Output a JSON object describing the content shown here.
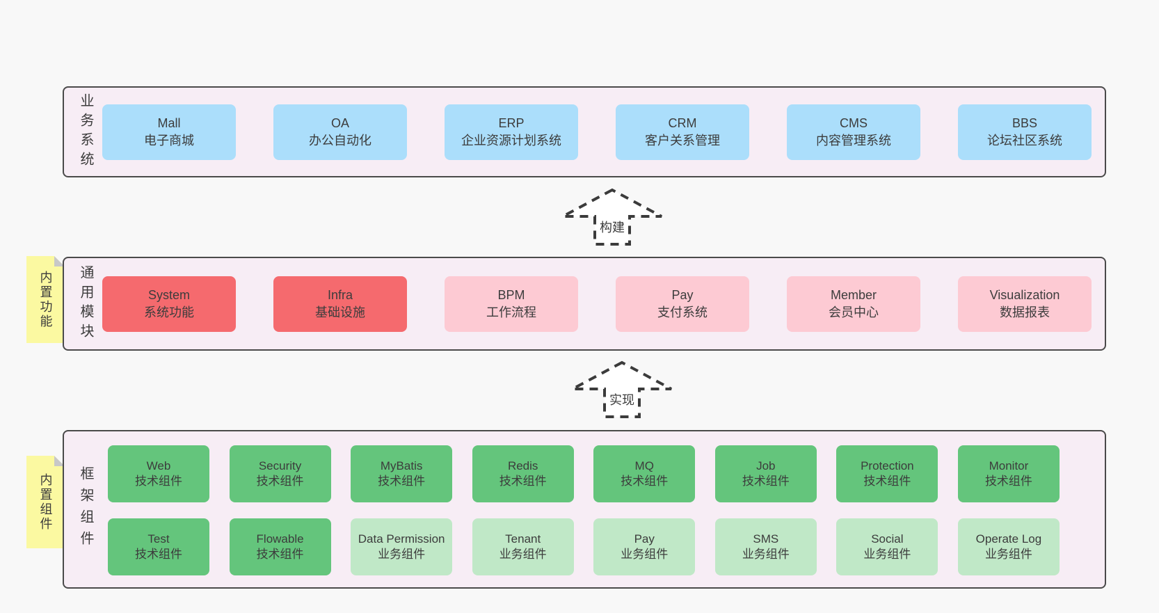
{
  "diagram": {
    "arrows": [
      {
        "label": "构建"
      },
      {
        "label": "实现"
      }
    ],
    "bands": [
      {
        "label": "业务系统",
        "boxes": [
          {
            "title": "Mall",
            "subtitle": "电子商城",
            "variant": "blue"
          },
          {
            "title": "OA",
            "subtitle": "办公自动化",
            "variant": "blue"
          },
          {
            "title": "ERP",
            "subtitle": "企业资源计划系统",
            "variant": "blue"
          },
          {
            "title": "CRM",
            "subtitle": "客户关系管理",
            "variant": "blue"
          },
          {
            "title": "CMS",
            "subtitle": "内容管理系统",
            "variant": "blue"
          },
          {
            "title": "BBS",
            "subtitle": "论坛社区系统",
            "variant": "blue"
          }
        ]
      },
      {
        "label": "通用模块",
        "note": "内置功能",
        "boxes": [
          {
            "title": "System",
            "subtitle": "系统功能",
            "variant": "red"
          },
          {
            "title": "Infra",
            "subtitle": "基础设施",
            "variant": "red"
          },
          {
            "title": "BPM",
            "subtitle": "工作流程",
            "variant": "pink"
          },
          {
            "title": "Pay",
            "subtitle": "支付系统",
            "variant": "pink"
          },
          {
            "title": "Member",
            "subtitle": "会员中心",
            "variant": "pink"
          },
          {
            "title": "Visualization",
            "subtitle": "数据报表",
            "variant": "pink"
          }
        ]
      },
      {
        "label": "框架组件",
        "note": "内置组件",
        "rows": [
          [
            {
              "title": "Web",
              "subtitle": "技术组件",
              "variant": "green"
            },
            {
              "title": "Security",
              "subtitle": "技术组件",
              "variant": "green"
            },
            {
              "title": "MyBatis",
              "subtitle": "技术组件",
              "variant": "green"
            },
            {
              "title": "Redis",
              "subtitle": "技术组件",
              "variant": "green"
            },
            {
              "title": "MQ",
              "subtitle": "技术组件",
              "variant": "green"
            },
            {
              "title": "Job",
              "subtitle": "技术组件",
              "variant": "green"
            },
            {
              "title": "Protection",
              "subtitle": "技术组件",
              "variant": "green"
            },
            {
              "title": "Monitor",
              "subtitle": "技术组件",
              "variant": "green"
            }
          ],
          [
            {
              "title": "Test",
              "subtitle": "技术组件",
              "variant": "green"
            },
            {
              "title": "Flowable",
              "subtitle": "技术组件",
              "variant": "green"
            },
            {
              "title": "Data Permission",
              "subtitle": "业务组件",
              "variant": "lightgreen"
            },
            {
              "title": "Tenant",
              "subtitle": "业务组件",
              "variant": "lightgreen"
            },
            {
              "title": "Pay",
              "subtitle": "业务组件",
              "variant": "lightgreen"
            },
            {
              "title": "SMS",
              "subtitle": "业务组件",
              "variant": "lightgreen"
            },
            {
              "title": "Social",
              "subtitle": "业务组件",
              "variant": "lightgreen"
            },
            {
              "title": "Operate Log",
              "subtitle": "业务组件",
              "variant": "lightgreen"
            }
          ]
        ]
      }
    ]
  },
  "colors": {
    "page_background": "#f8f8f8",
    "band_background": "#f7edf5",
    "band_border": "#4a4a4a",
    "blue_box": "#abdefb",
    "red_box": "#f56a6e",
    "pink_box": "#fdcad3",
    "green_box": "#64c57c",
    "light_green_box": "#c0e8c7",
    "sticky_note": "#fbf9a1",
    "note_fold": "#c8c8c8",
    "text": "#3c3c3c"
  }
}
